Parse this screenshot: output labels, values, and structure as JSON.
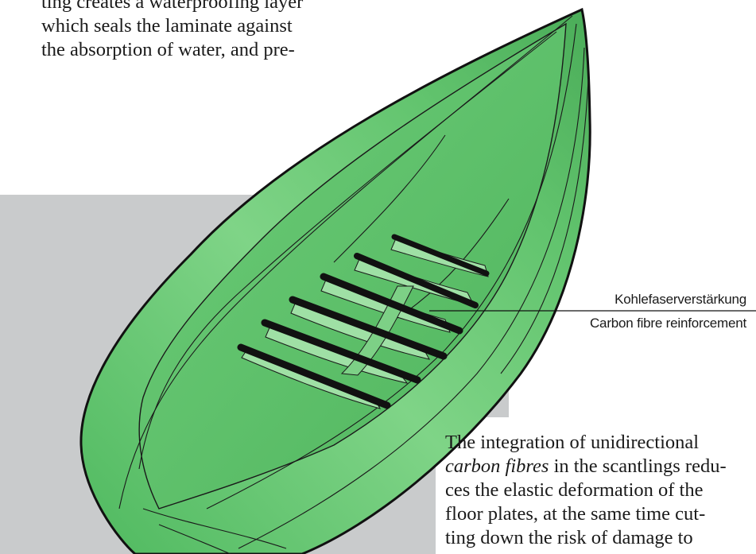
{
  "top_paragraph": {
    "lines": [
      "ting creates a waterproofing layer",
      "which seals the laminate against",
      "the absorption of water, and pre-"
    ]
  },
  "callout": {
    "german": "Kohlefaserverstärkung",
    "english": "Carbon fibre reinforcement"
  },
  "bottom_paragraph": {
    "line1": "The integration of unidirectional",
    "line2_italic": "carbon fibres",
    "line2_rest": " in the scantlings redu-",
    "line3": "ces the elastic deformation of the",
    "line4": "floor plates, at the same time cut-",
    "line5": "ting down the risk of damage to"
  },
  "colors": {
    "hull_green": "#5cc46a",
    "hull_light": "#8fdd95",
    "hull_dark": "#3a9e4c",
    "outline": "#111111",
    "panel_grey": "#c9cbcc"
  }
}
